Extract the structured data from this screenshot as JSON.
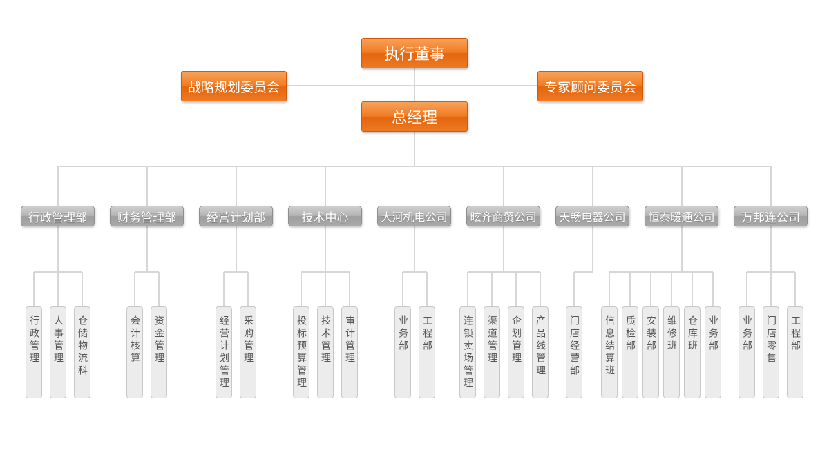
{
  "colors": {
    "accent": "#f07b22",
    "connector": "#d6d6d6",
    "department": "#a9a9a9",
    "leaf_fill": "#ececec"
  },
  "top": {
    "board": "执行董事",
    "left_committee": "战略规划委员会",
    "right_committee": "专家顾问委员会",
    "gm": "总经理"
  },
  "departments": [
    {
      "name": "行政管理部",
      "units": [
        "行政管理",
        "人事管理",
        "仓储物流科"
      ]
    },
    {
      "name": "财务管理部",
      "units": [
        "会计核算",
        "资金管理"
      ]
    },
    {
      "name": "经营计划部",
      "units": [
        "经营计划管理",
        "采购管理"
      ]
    },
    {
      "name": "技术中心",
      "units": [
        "投标预算管理",
        "技术管理",
        "审计管理"
      ]
    },
    {
      "name": "大河机电公司",
      "units": [
        "业务部",
        "工程部"
      ]
    },
    {
      "name": "昡齐商贸公司",
      "units": [
        "连锁卖场管理",
        "渠道管理",
        "企划管理",
        "产品线管理"
      ]
    },
    {
      "name": "天畅电器公司",
      "units": [
        "门店经营部"
      ]
    },
    {
      "name": "恒泰暖通公司",
      "units": [
        "信息结算班",
        "质检部",
        "安装部",
        "维修班",
        "仓库班",
        "业务部"
      ]
    },
    {
      "name": "万邦连公司",
      "units": [
        "业务部",
        "门店零售",
        "工程部"
      ]
    }
  ]
}
